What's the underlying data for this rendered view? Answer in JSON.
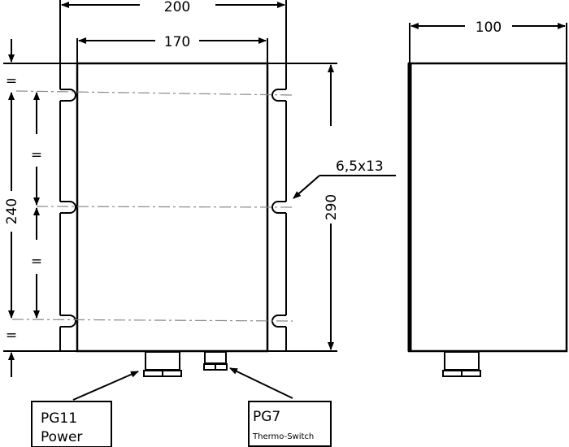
{
  "dimensions": {
    "width_outer": "200",
    "width_inner": "170",
    "height_total": "290",
    "hole_spacing": "240",
    "depth": "100",
    "slot_size": "6,5x13",
    "equal_mark": "="
  },
  "callouts": {
    "pg11": {
      "code": "PG11",
      "desc": "Power"
    },
    "pg7": {
      "code": "PG7",
      "desc": "Thermo-Switch"
    }
  },
  "colors": {
    "line": "#000000",
    "centerline": "#888888"
  }
}
